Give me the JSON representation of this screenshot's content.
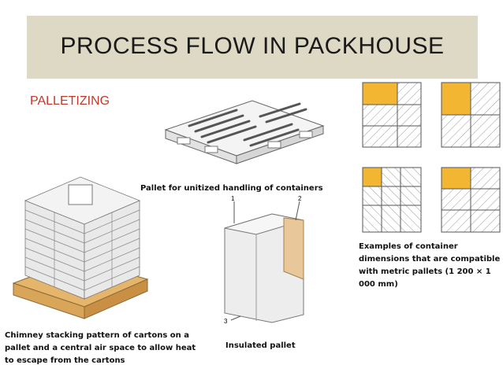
{
  "slide": {
    "title": "PROCESS FLOW IN PACKHOUSE",
    "section": "PALLETIZING"
  },
  "captions": {
    "pallet": "Pallet for unitized handling of containers",
    "container": "Examples of container dimensions that are compatible with metric pallets (1 200 × 1 000 mm)",
    "chimney": "Chimney stacking pattern of cartons on a pallet and a central air space to allow heat to escape from the cartons",
    "insulated": "Insulated pallet"
  },
  "insulated_callouts": [
    "1",
    "2",
    "3"
  ],
  "colors": {
    "title_band": "#ddd9c4",
    "section_text": "#c0392b",
    "highlight_carton": "#f2b632",
    "wooden_pallet": "#d9a559"
  }
}
